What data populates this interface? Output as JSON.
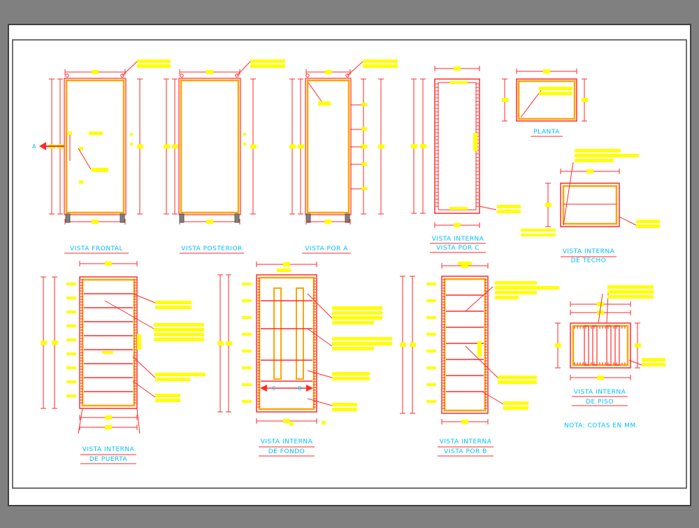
{
  "colors": {
    "background": "#808080",
    "paper": "#ffffff",
    "outline": "#ff2a2a",
    "frame_fill": "#ffa500",
    "annotation": "#ffff00",
    "label": "#00bfff",
    "grey_block": "#7f7f7f"
  },
  "marker_a": "A",
  "views": {
    "vista_frontal": "VISTA FRONTAL",
    "vista_posterior": "VISTA POSTERIOR",
    "vista_por_a": "VISTA POR A",
    "vista_interna_c_line1": "VISTA INTERNA",
    "vista_interna_c_line2": "VISTA POR C",
    "planta": "PLANTA",
    "techo_line1": "VISTA INTERNA",
    "techo_line2": "DE TECHO",
    "puerta_line1": "VISTA INTERNA",
    "puerta_line2": "DE PUERTA",
    "fondo_line1": "VISTA INTERNA",
    "fondo_line2": "DE FONDO",
    "por_b_line1": "VISTA INTERNA",
    "por_b_line2": "VISTA POR B",
    "piso_line1": "VISTA INTERNA",
    "piso_line2": "DE PISO"
  },
  "section_markers": {
    "c": "C",
    "b": "B"
  },
  "note": "NOTA: COTAS EN MM."
}
